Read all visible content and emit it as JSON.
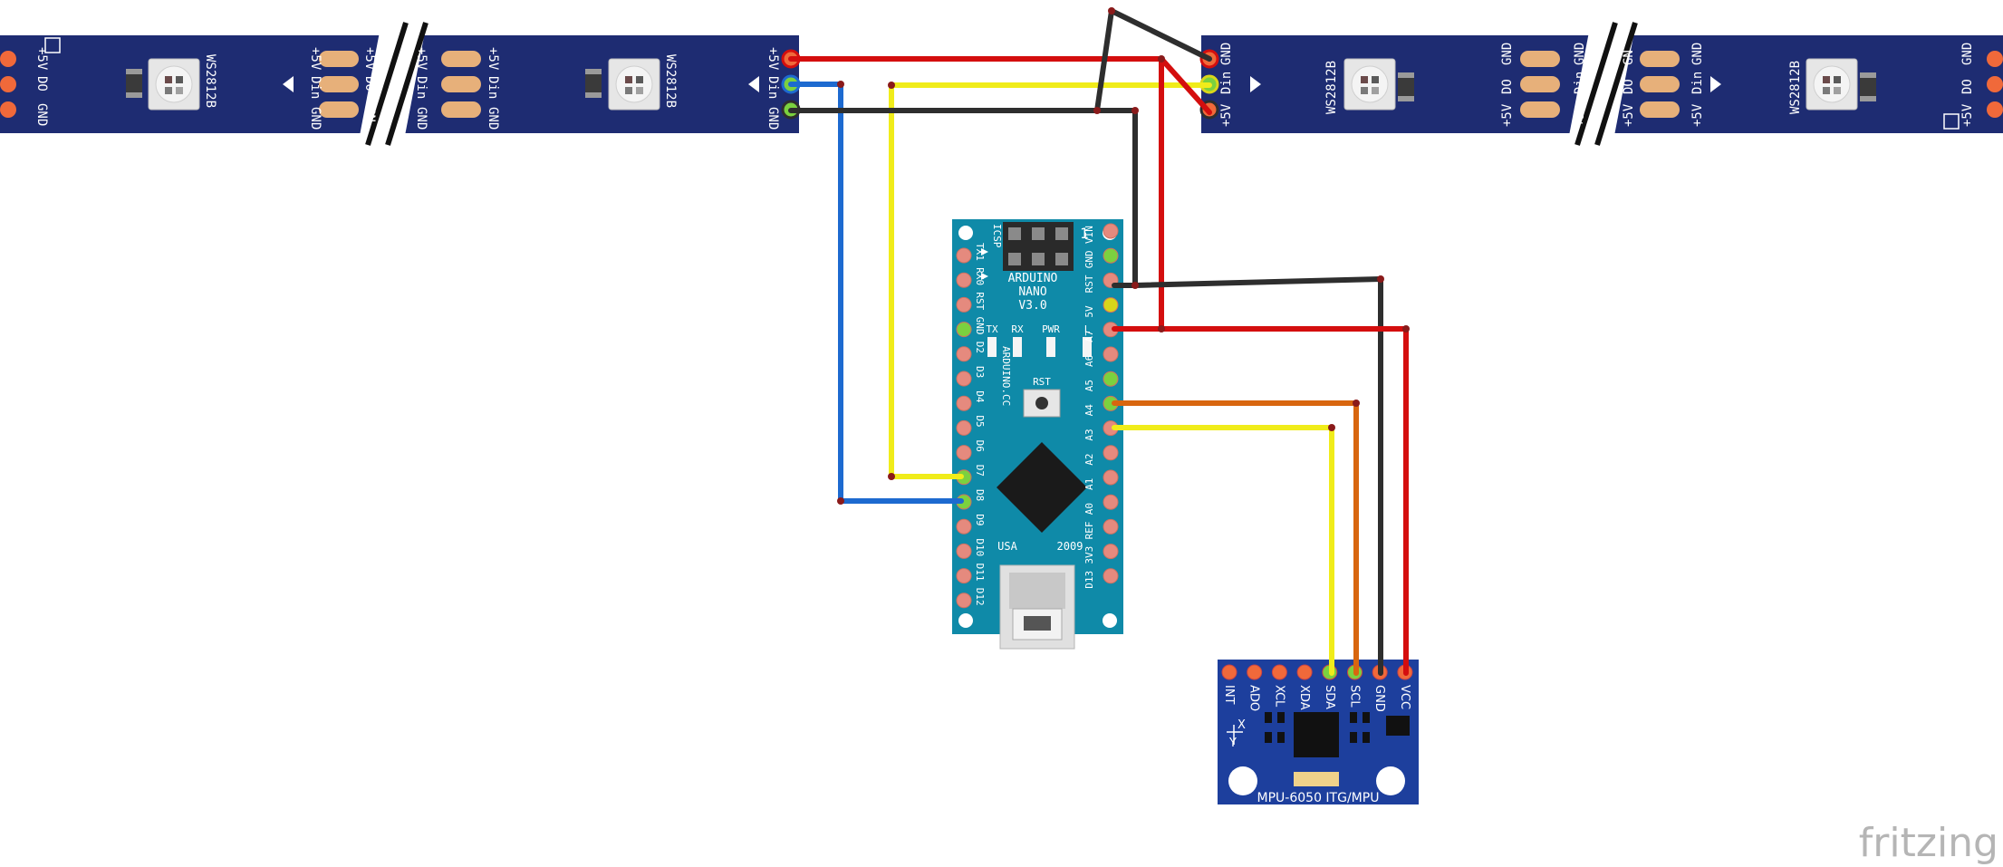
{
  "led_strips": {
    "chip_label": "WS2812B",
    "pin_plus5v": "+5V",
    "pin_din": "Din",
    "pin_do": "DO",
    "pin_gnd": "GND",
    "overlap_label_left": "+5",
    "overlap_label_right": "GN"
  },
  "arduino": {
    "title_1": "ARDUINO",
    "title_2": "NANO",
    "title_3": "V3.0",
    "icsp": "ICSP",
    "brand": "ARDUINO.CC",
    "made_in": "USA",
    "year": "2009",
    "reset_button": "RST",
    "leds": [
      "TX",
      "RX",
      "PWR",
      "L"
    ],
    "header_digit": "1",
    "left_pins": [
      "TX1",
      "RX0",
      "RST",
      "GND",
      "D2",
      "D3",
      "D4",
      "D5",
      "D6",
      "D7",
      "D8",
      "D9",
      "D10",
      "D11",
      "D12"
    ],
    "right_pins": [
      "VIN",
      "GND",
      "RST",
      "5V",
      "A7",
      "A6",
      "A5",
      "A4",
      "A3",
      "A2",
      "A1",
      "A0",
      "REF",
      "3V3",
      "D13"
    ]
  },
  "mpu": {
    "label": "MPU-6050 ITG/MPU",
    "pins": [
      "INT",
      "ADO",
      "XCL",
      "XDA",
      "SDA",
      "SCL",
      "GND",
      "VCC"
    ],
    "axis_x": "X",
    "axis_y": "Y"
  },
  "watermark": "fritzing",
  "colors": {
    "board_blue": "#0f8aa8",
    "strip_navy": "#1e2c72",
    "mpu_blue": "#1d3f9d",
    "wire_red": "#d40e0e",
    "wire_black": "#2e2e2e",
    "wire_yellow": "#f0ec1a",
    "wire_blue": "#1d6ad0",
    "wire_orange": "#d8660f"
  }
}
